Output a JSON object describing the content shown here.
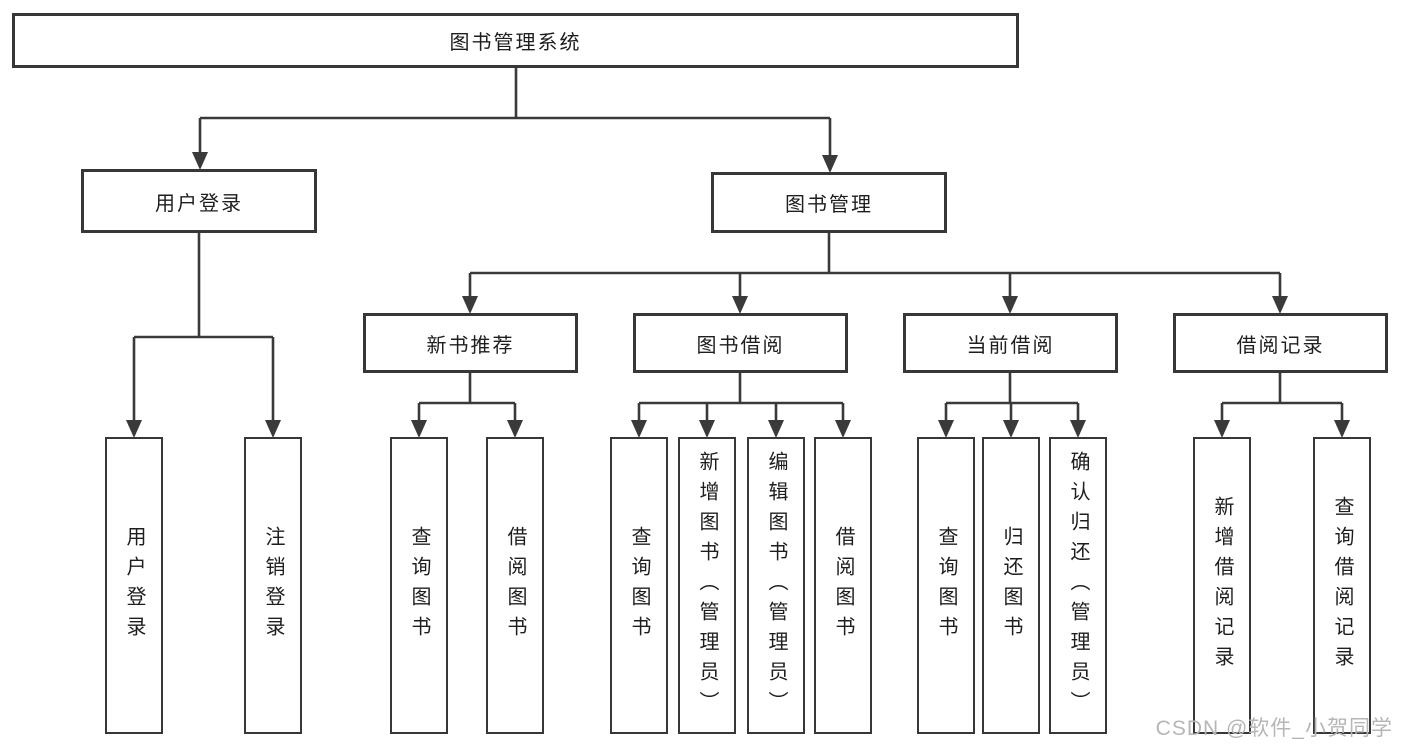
{
  "colors": {
    "line": "#3a3a3a",
    "box_border": "#373737",
    "text": "#1e1e1e",
    "watermark": "#b6b6b6",
    "background": "#ffffff"
  },
  "watermark": {
    "text": "CSDN @软件_小贺同学"
  },
  "tree": {
    "label": "图书管理系统",
    "children": [
      {
        "label": "用户登录",
        "children": [
          {
            "label": "用户登录"
          },
          {
            "label": "注销登录"
          }
        ]
      },
      {
        "label": "图书管理",
        "children": [
          {
            "label": "新书推荐",
            "children": [
              {
                "label": "查询图书"
              },
              {
                "label": "借阅图书"
              }
            ]
          },
          {
            "label": "图书借阅",
            "children": [
              {
                "label": "查询图书"
              },
              {
                "label": "新增图书（管理员）"
              },
              {
                "label": "编辑图书（管理员）"
              },
              {
                "label": "借阅图书"
              }
            ]
          },
          {
            "label": "当前借阅",
            "children": [
              {
                "label": "查询图书"
              },
              {
                "label": "归还图书"
              },
              {
                "label": "确认归还（管理员）"
              }
            ]
          },
          {
            "label": "借阅记录",
            "children": [
              {
                "label": "新增借阅记录"
              },
              {
                "label": "查询借阅记录"
              }
            ]
          }
        ]
      }
    ]
  }
}
